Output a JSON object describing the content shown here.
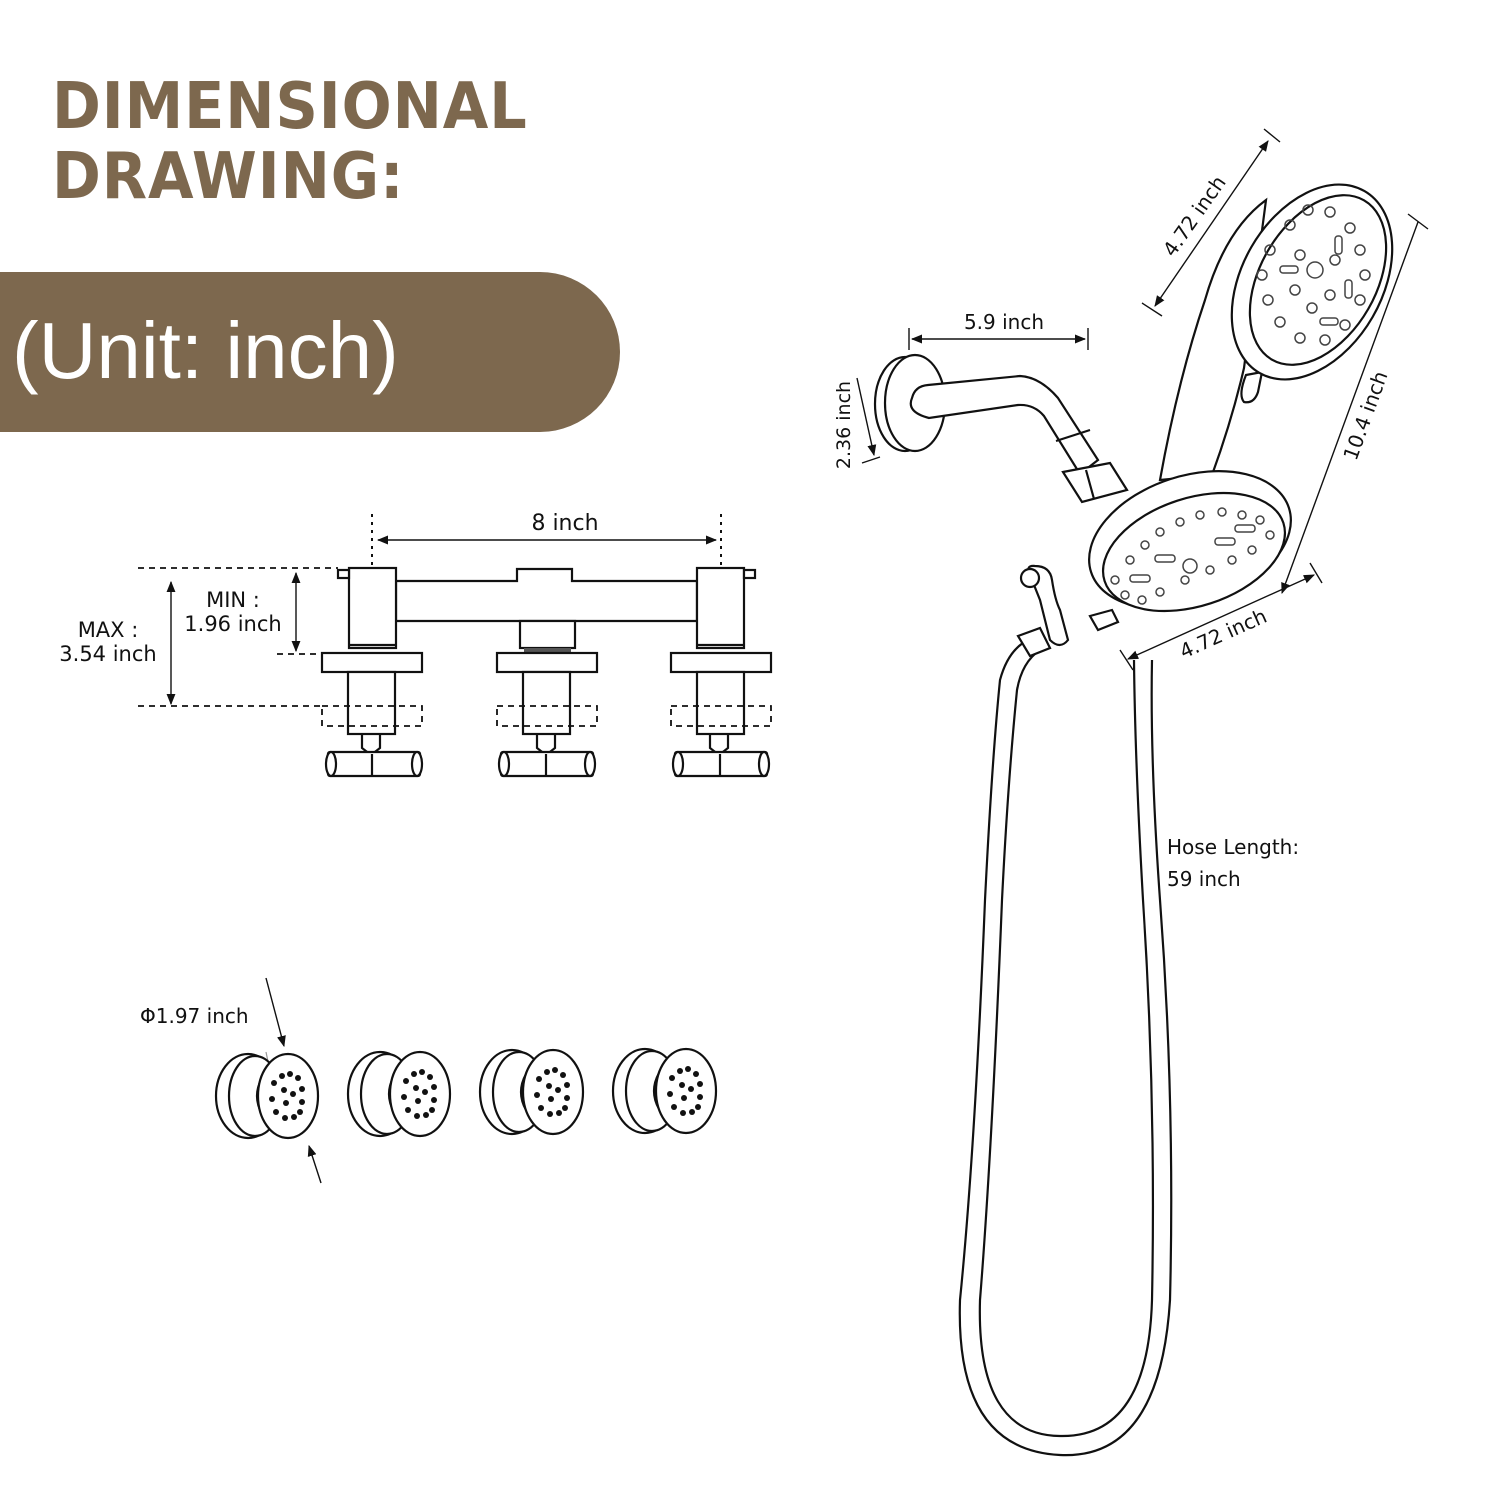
{
  "header": {
    "title_line1": "DIMENSIONAL",
    "title_line2": "DRAWING:",
    "unit_label": "(Unit: inch)"
  },
  "colors": {
    "accent_brown": "#7d684e",
    "line": "#111111",
    "background": "#ffffff"
  },
  "valve_set": {
    "spacing_label": "8  inch",
    "max_label_line1": "MAX :",
    "max_label_line2": "3.54 inch",
    "min_label_line1": "MIN :",
    "min_label_line2": "1.96 inch",
    "handle_count": 3
  },
  "body_jets": {
    "diameter_label": "Φ1.97 inch",
    "count": 4
  },
  "shower": {
    "arm_length_label": "5.9 inch",
    "flange_label": "2.36 inch",
    "handheld_diameter_label": "4.72 inch",
    "fixed_head_diameter_label": "4.72 inch",
    "overall_height_label": "10.4 inch",
    "hose_label_line1": "Hose Length:",
    "hose_label_line2": "59  inch"
  }
}
